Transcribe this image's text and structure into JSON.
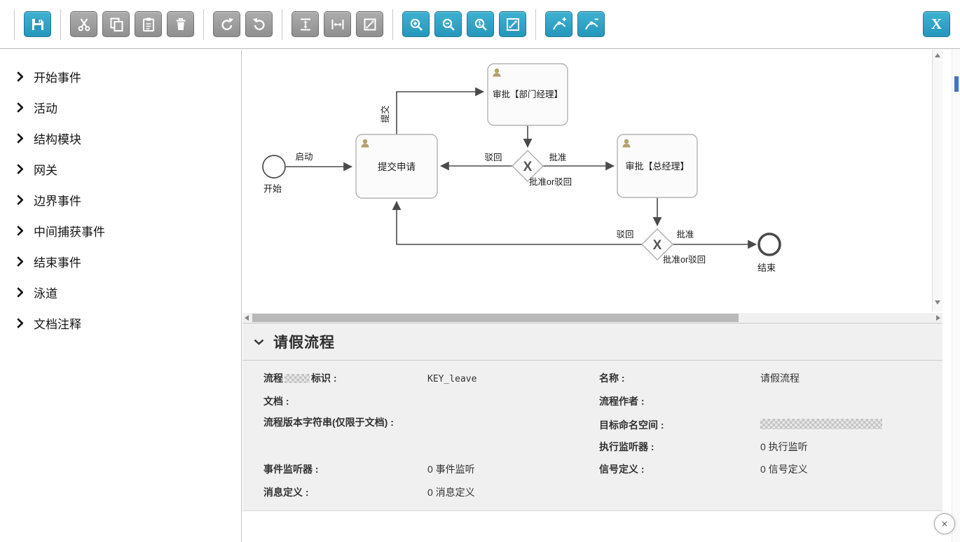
{
  "toolbar": {
    "x_button_label": "X",
    "buttons": [
      {
        "name": "save",
        "icon": "floppy-icon",
        "style": "blue"
      },
      {
        "name": "cut",
        "icon": "scissors-icon",
        "style": "gray"
      },
      {
        "name": "copy",
        "icon": "copy-icon",
        "style": "gray"
      },
      {
        "name": "paste",
        "icon": "paste-icon",
        "style": "gray"
      },
      {
        "name": "delete",
        "icon": "trash-icon",
        "style": "gray"
      },
      {
        "name": "redo",
        "icon": "redo-arrow-icon",
        "style": "gray"
      },
      {
        "name": "undo",
        "icon": "undo-arrow-icon",
        "style": "gray"
      },
      {
        "name": "align-vertical",
        "icon": "align-vertical-icon",
        "style": "gray"
      },
      {
        "name": "align-horizontal",
        "icon": "align-horizontal-icon",
        "style": "gray"
      },
      {
        "name": "same-size",
        "icon": "same-size-icon",
        "style": "gray"
      },
      {
        "name": "zoom-in",
        "icon": "zoom-in-icon",
        "style": "blue"
      },
      {
        "name": "zoom-out",
        "icon": "zoom-out-icon",
        "style": "blue"
      },
      {
        "name": "zoom-actual",
        "icon": "zoom-actual-icon",
        "style": "blue"
      },
      {
        "name": "zoom-fit",
        "icon": "zoom-fit-icon",
        "style": "blue"
      },
      {
        "name": "add-bendpoint",
        "icon": "add-bendpoint-icon",
        "style": "blue"
      },
      {
        "name": "remove-bendpoint",
        "icon": "remove-bendpoint-icon",
        "style": "blue"
      }
    ]
  },
  "sidebar": {
    "items": [
      {
        "label": "开始事件"
      },
      {
        "label": "活动"
      },
      {
        "label": "结构模块"
      },
      {
        "label": "网关"
      },
      {
        "label": "边界事件"
      },
      {
        "label": "中间捕获事件"
      },
      {
        "label": "结束事件"
      },
      {
        "label": "泳道"
      },
      {
        "label": "文档注释"
      }
    ]
  },
  "diagram": {
    "start_event": {
      "label": "开始"
    },
    "end_event": {
      "label": "结束"
    },
    "tasks": {
      "submit": {
        "label": "提交申请"
      },
      "dept_manager": {
        "label": "审批【部门经理】"
      },
      "general_manager": {
        "label": "审批【总经理】"
      }
    },
    "gateways": {
      "first": {
        "symbol": "X",
        "caption": "批准or驳回"
      },
      "second": {
        "symbol": "X",
        "caption": "批准or驳回"
      }
    },
    "flows": {
      "start": "启动",
      "submit_to_dept": "提交",
      "reject_1": "驳回",
      "approve_1": "批准",
      "reject_2": "驳回",
      "approve_2": "批准"
    }
  },
  "properties": {
    "title": "请假流程",
    "left": [
      {
        "label_prefix": "流程",
        "label_suffix": "标识 :",
        "value": "KEY_leave",
        "label_redacted": true
      },
      {
        "label": "文档 :",
        "value": ""
      },
      {
        "label": "流程版本字符串(仅限于文档) :",
        "value": ""
      },
      {
        "label": "事件监听器 :",
        "value": "0 事件监听"
      },
      {
        "label": "消息定义 :",
        "value": "0 消息定义"
      }
    ],
    "right": [
      {
        "label": "名称 :",
        "value": "请假流程"
      },
      {
        "label": "流程作者 :",
        "value": ""
      },
      {
        "label": "目标命名空间 :",
        "value": "",
        "value_redacted": true
      },
      {
        "label": "执行监听器 :",
        "value": "0 执行监听"
      },
      {
        "label": "信号定义 :",
        "value": "0 信号定义"
      }
    ]
  },
  "colors": {
    "accent_blue": "#2fa7c9",
    "button_gray": "#9d9d9d",
    "edge_gray": "#4a4a4a"
  }
}
